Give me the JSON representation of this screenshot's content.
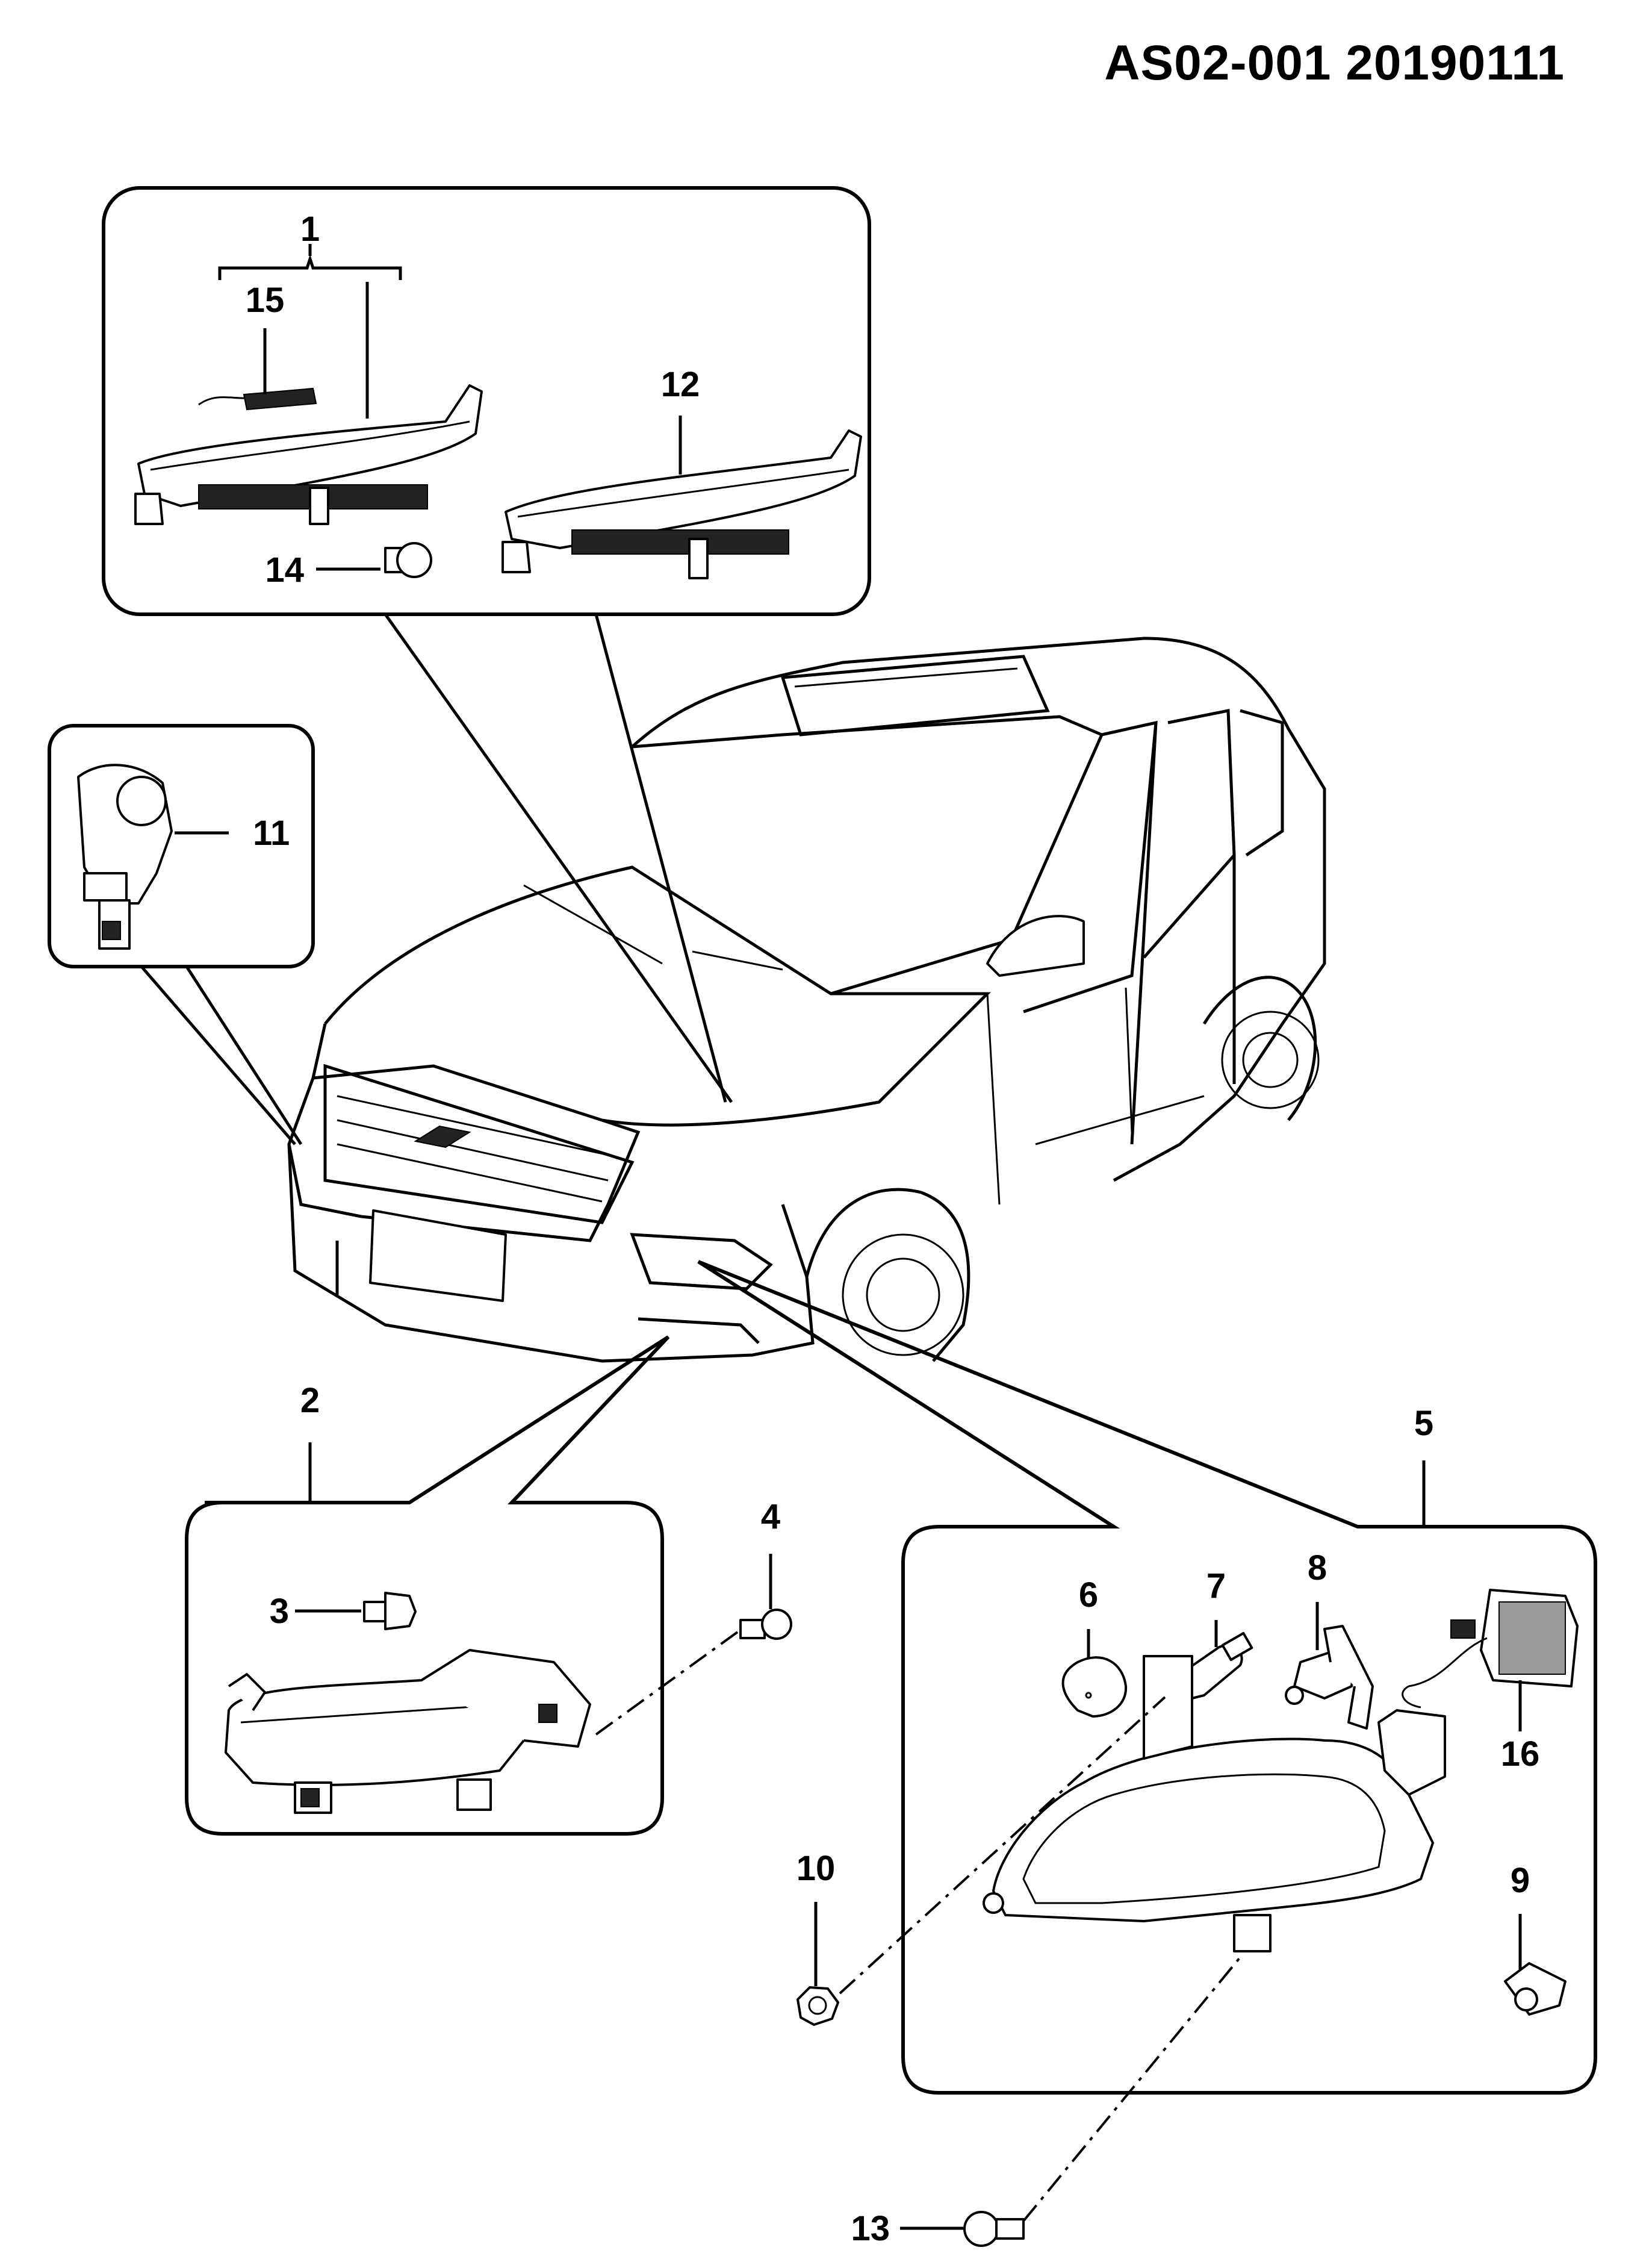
{
  "diagram_code": "AS02-001 20190111",
  "callouts": {
    "c1": "1",
    "c2": "2",
    "c3": "3",
    "c4": "4",
    "c5": "5",
    "c6": "6",
    "c7": "7",
    "c8": "8",
    "c9": "9",
    "c10": "10",
    "c11": "11",
    "c12": "12",
    "c13": "13",
    "c14": "14",
    "c15": "15",
    "c16": "16"
  },
  "colors": {
    "line": "#000000",
    "background": "#ffffff"
  }
}
